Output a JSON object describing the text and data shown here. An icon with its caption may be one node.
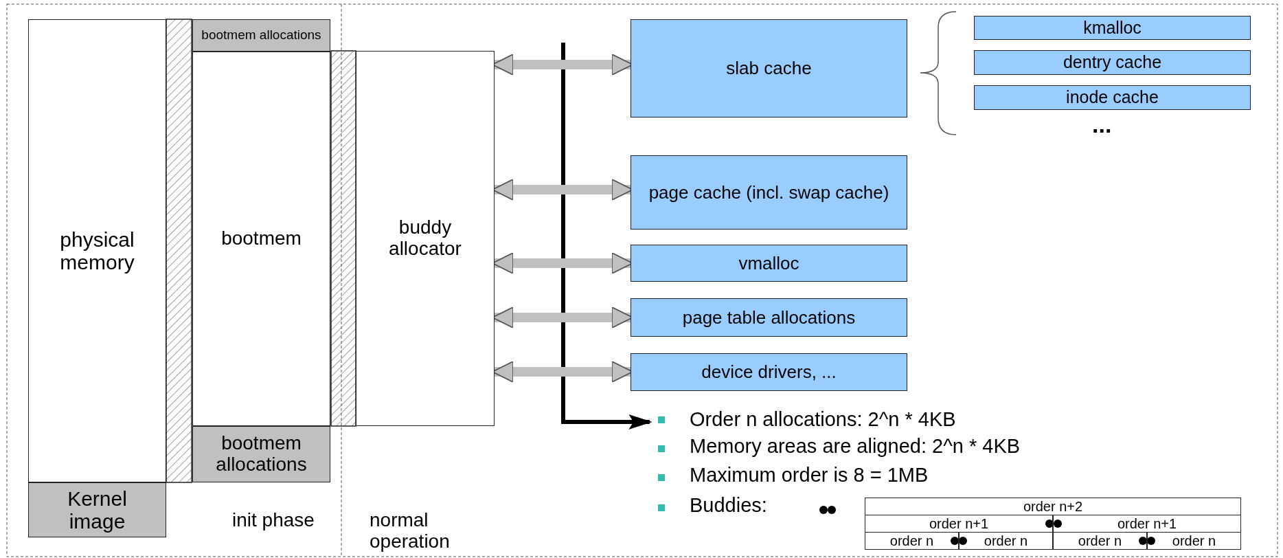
{
  "diagram": {
    "nodes": [
      {
        "text": [
          "physical memory"
        ]
      },
      {
        "text": [
          "Kernel image"
        ]
      },
      {
        "text": [
          "bootmem allocations"
        ]
      },
      {
        "text": [
          "bootmem"
        ]
      },
      {
        "text": [
          "bootmem allocations"
        ]
      },
      {
        "text": [
          "buddy allocator"
        ]
      },
      {
        "text": [
          "slab cache"
        ]
      },
      {
        "text": [
          "kmalloc"
        ]
      },
      {
        "text": [
          "dentry cache"
        ]
      },
      {
        "text": [
          "inode cache"
        ]
      },
      {
        "text": [
          "page cache (incl. swap cache)"
        ]
      },
      {
        "text": [
          "vmalloc"
        ]
      },
      {
        "text": [
          "page table allocations"
        ]
      },
      {
        "text": [
          "device drivers, ..."
        ]
      },
      {
        "text": [
          "Order n allocations: 2^n * 4KB"
        ]
      }
    ],
    "edges": [
      {
        "from": 5,
        "to": 6,
        "arrow": "both"
      },
      {
        "from": 5,
        "to": 10,
        "arrow": "both"
      },
      {
        "from": 5,
        "to": 11,
        "arrow": "both"
      },
      {
        "from": 5,
        "to": 12,
        "arrow": "both"
      },
      {
        "from": 5,
        "to": 13,
        "arrow": "both"
      },
      {
        "from": null,
        "to": 14,
        "arrow": "to",
        "color": "#000000"
      }
    ],
    "labels": [
      "init phase",
      "normal operation",
      "...",
      "Memory areas are aligned: 2^n * 4KB",
      "Maximum order is 8 = 1MB",
      "Buddies:",
      "order n+2",
      "order n+1",
      "order n+1",
      "order n",
      "order n",
      "order n",
      "order n"
    ]
  }
}
